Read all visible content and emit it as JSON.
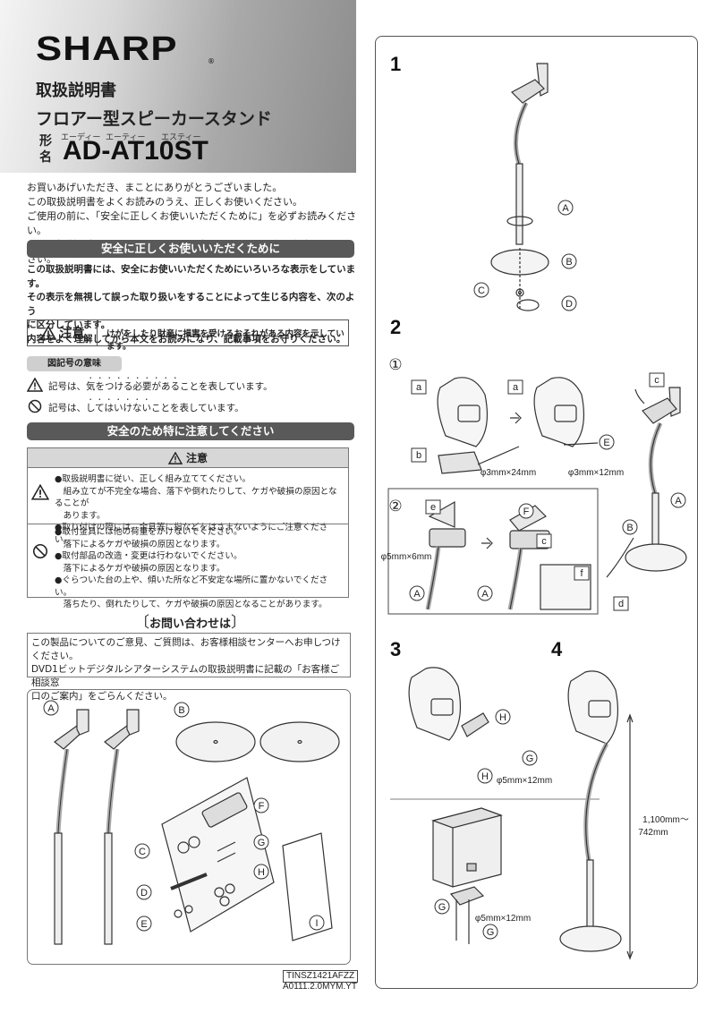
{
  "brand": {
    "logo": "SHARP",
    "registered": "®"
  },
  "title": {
    "doc_type": "取扱説明書",
    "product": "フロアー型スピーカースタンド",
    "model_key_1": "形",
    "model_key_2": "名",
    "model_ruby_1": "エーディー",
    "model_ruby_2": "エーティー",
    "model_ruby_3": "エスティー",
    "model": "AD-AT10ST"
  },
  "intro": [
    "お買いあげいただき、まことにありがとうございました。",
    "この取扱説明書をよくお読みのうえ、正しくお使いください。",
    "ご使用の前に、「安全に正しくお使いいただくために」を必ずお読みください。",
    "この取扱説明書は、いつでも見ることができるところに必ず保存してください。"
  ],
  "safety": {
    "heading": "安全に正しくお使いいただくために",
    "lines": [
      "この取扱説明書には、安全にお使いいただくためにいろいろな表示をしています。",
      "その表示を無視して誤った取り扱いをすることによって生じる内容を、次のよう",
      "に区分しています。",
      "内容をよく理解してから本文をお読みになり、記載事項をお守りください。"
    ],
    "caution_label": "注意",
    "caution_desc": "けがをしたり財産に損害を受けるおそれがある内容を示しています。",
    "symbols_heading": "図記号の意味",
    "sym1_a": "記号は、",
    "sym1_b": "気をつける必要がある",
    "sym1_c": "ことを表しています。",
    "sym2_a": "記号は、",
    "sym2_b": "してはいけない",
    "sym2_c": "ことを表しています。"
  },
  "precautions": {
    "heading": "安全のため特に注意してください",
    "box_title": "注意",
    "group1": [
      "●取扱説明書に従い、正しく組み立ててください。",
      "　組み立てが不完全な場合、落下や倒れたりして、ケガや破損の原因となることが",
      "　あります。",
      "●取り付けの際には、金具等に指などをはさまないようにご注意ください。"
    ],
    "group2": [
      "●取付金具には他の荷重をかけないでください。",
      "　落下によるケガや破損の原因となります。",
      "●取付部品の改造・変更は行わないでください。",
      "　落下によるケガや破損の原因となります。",
      "●ぐらついた台の上や、傾いた所など不安定な場所に置かないでください。",
      "　落ちたり、倒れたりして、ケガや破損の原因となることがあります。"
    ]
  },
  "inquiry": {
    "open": "〔",
    "heading": "お問い合わせは",
    "close": "〕",
    "lines": [
      "この製品についてのご意見、ご質問は、お客様相談センターへお申しつけください。",
      "DVD1ビットデジタルシアターシステムの取扱説明書に記載の「お客様ご相談窓",
      "口のご案内」をごらんください。"
    ]
  },
  "parts_labels": {
    "A": "A",
    "B": "B",
    "C": "C",
    "D": "D",
    "E": "E",
    "F": "F",
    "G": "G",
    "H": "H",
    "I": "I"
  },
  "codes": {
    "line1": "TINSZ1421AFZZ",
    "line2": "A0111.2.0MYM.YT"
  },
  "steps": {
    "n1": "1",
    "n2": "2",
    "n3": "3",
    "n4": "4",
    "sub1": "①",
    "sub2": "②",
    "screw_24": "φ3mm×24mm",
    "screw_12": "φ3mm×12mm",
    "screw_5x6": "φ5mm×6mm",
    "screw_5x12_a": "φ5mm×12mm",
    "screw_5x12_b": "φ5mm×12mm",
    "height_1": "1,100mm～",
    "height_2": "742mm",
    "labels": {
      "A": "A",
      "B": "B",
      "C": "C",
      "D": "D",
      "E": "E",
      "F": "F",
      "G": "G",
      "H": "H",
      "a": "a",
      "b": "b",
      "c": "c",
      "d": "d",
      "e": "e",
      "f": "f"
    }
  },
  "colors": {
    "bar": "#595959",
    "tag": "#cfcfcf",
    "line": "#555555"
  }
}
